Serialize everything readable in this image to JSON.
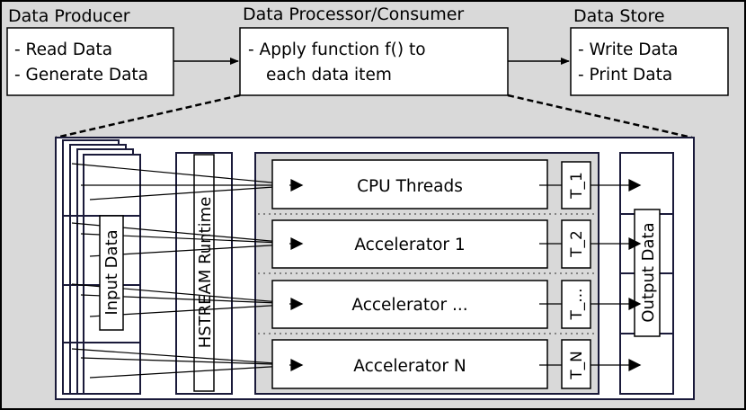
{
  "top": {
    "producer": {
      "title": "Data Producer",
      "lines": [
        "- Read Data",
        "- Generate Data"
      ]
    },
    "processor": {
      "title": "Data Processor/Consumer",
      "lines": [
        "- Apply function f() to",
        "each data item"
      ]
    },
    "store": {
      "title": "Data Store",
      "lines": [
        "- Write Data",
        "- Print Data"
      ]
    }
  },
  "detail": {
    "input_label": "Input Data",
    "runtime_label": "HSTREAM Runtime",
    "output_label": "Output Data",
    "devices": [
      {
        "name": "CPU Threads",
        "queue": "T_1"
      },
      {
        "name": "Accelerator 1",
        "queue": "T_2"
      },
      {
        "name": "Accelerator ...",
        "queue": "T_..."
      },
      {
        "name": "Accelerator N",
        "queue": "T_N"
      }
    ]
  },
  "colors": {
    "background": "#d9d9d9",
    "panel": "#ffffff",
    "stroke": "#000000",
    "navy_stroke": "#1a1a3a"
  }
}
